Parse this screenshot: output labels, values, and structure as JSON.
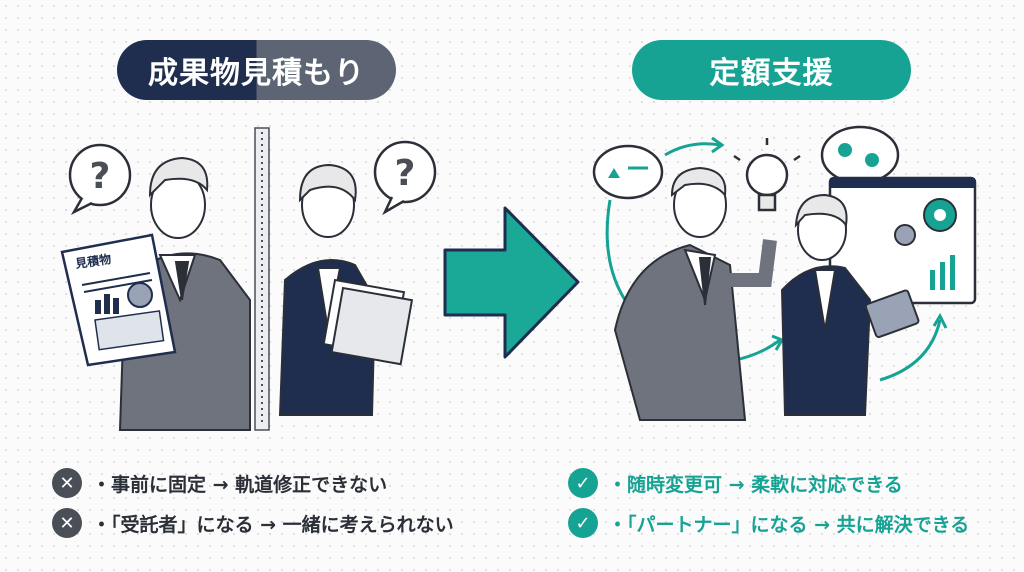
{
  "left": {
    "title": "成果物見積もり",
    "document_label": "見積物",
    "bullets": [
      {
        "icon": "x-circle-icon",
        "text": "・事前に固定 → 軌道修正できない"
      },
      {
        "icon": "x-circle-icon",
        "text": "・「受託者」になる → 一緒に考えられない"
      }
    ]
  },
  "right": {
    "title": "定額支援",
    "bullets": [
      {
        "icon": "check-circle-icon",
        "text": "・随時変更可 → 柔軟に対応できる"
      },
      {
        "icon": "check-circle-icon",
        "text": "・「パートナー」になる → 共に解決できる"
      }
    ]
  },
  "question_mark": "?",
  "colors": {
    "navy": "#1f2d4f",
    "gray": "#5d6474",
    "teal": "#17a394"
  }
}
